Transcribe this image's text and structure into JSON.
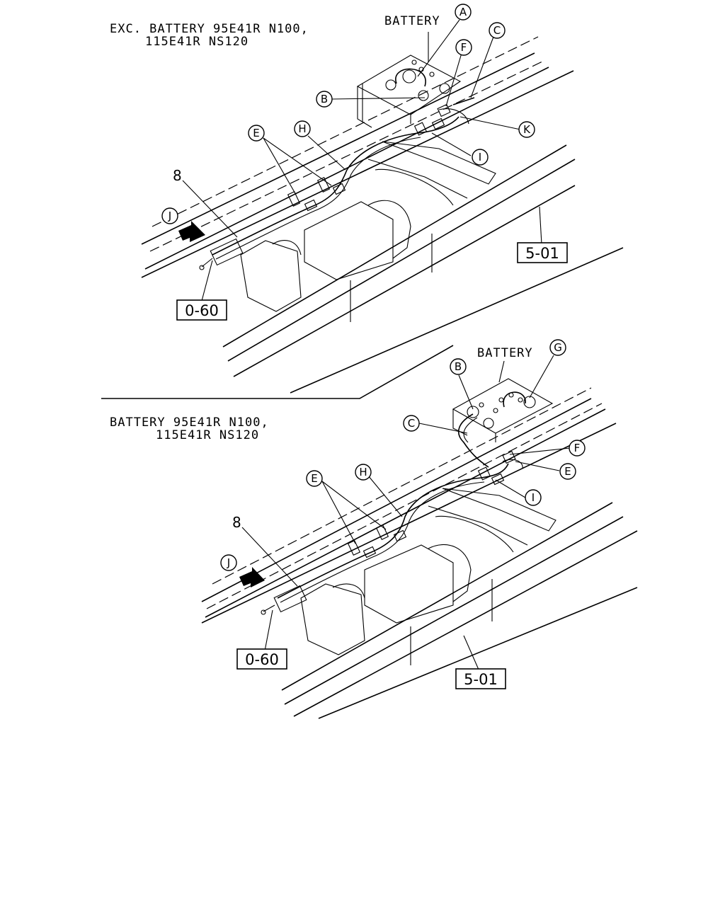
{
  "top_view": {
    "caption_line1": "EXC. BATTERY 95E41R N100,",
    "caption_line2": "115E41R NS120",
    "battery_label": "BATTERY",
    "part_number": "8",
    "ref_left": "0-60",
    "ref_right": "5-01",
    "callouts": {
      "A": "A",
      "B": "B",
      "C": "C",
      "E": "E",
      "F": "F",
      "H": "H",
      "I": "I",
      "J": "J",
      "K": "K"
    }
  },
  "bottom_view": {
    "caption_line1": "BATTERY 95E41R N100,",
    "caption_line2": "115E41R NS120",
    "battery_label": "BATTERY",
    "part_number": "8",
    "ref_left": "0-60",
    "ref_right": "5-01",
    "callouts": {
      "B": "B",
      "C": "C",
      "E1": "E",
      "E2": "E",
      "F": "F",
      "G": "G",
      "H": "H",
      "I": "I",
      "J": "J"
    }
  }
}
